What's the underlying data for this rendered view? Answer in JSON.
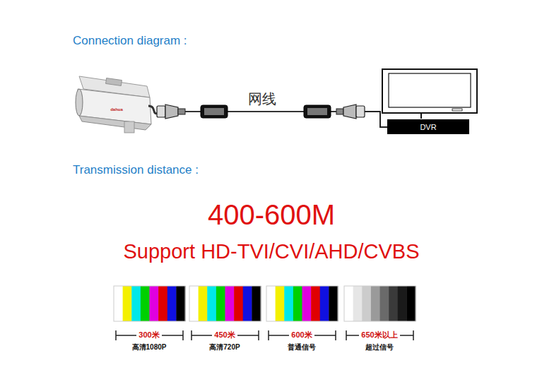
{
  "diagram": {
    "nodes": [
      {
        "text": [
          "DVR"
        ]
      }
    ],
    "labels": [
      "Connection diagram :",
      "dahua",
      "网线",
      "Transmission distance :",
      "400-600M",
      "Support HD-TVI/CVI/AHD/CVBS",
      "300米",
      "高清1080P",
      "450米",
      "高清720P",
      "600米",
      "普通信号",
      "650米以上",
      "超过信号"
    ]
  }
}
